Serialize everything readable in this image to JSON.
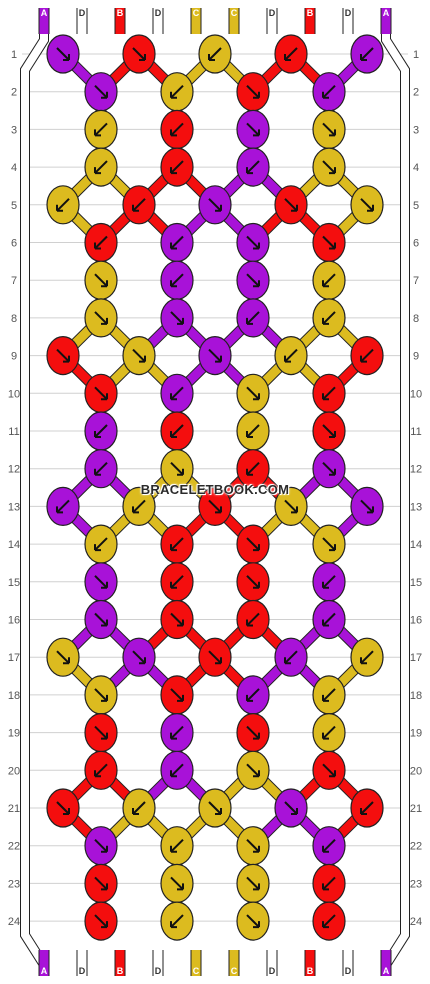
{
  "watermark": "BRACELETBOOK.COM",
  "colors": {
    "A": "#a812d8",
    "B": "#f40e0e",
    "C": "#dcbb1f",
    "D": "#ffffff"
  },
  "top_labels": [
    "A",
    "D",
    "B",
    "D",
    "C",
    "C",
    "D",
    "B",
    "D",
    "A"
  ],
  "bottom_labels": [
    "A",
    "D",
    "B",
    "D",
    "C",
    "C",
    "D",
    "B",
    "D",
    "A"
  ],
  "row_numbers": [
    "1",
    "2",
    "3",
    "4",
    "5",
    "6",
    "7",
    "8",
    "9",
    "10",
    "11",
    "12",
    "13",
    "14",
    "15",
    "16",
    "17",
    "18",
    "19",
    "20",
    "21",
    "22",
    "23",
    "24"
  ],
  "knot_rows": [
    [
      "A",
      "B",
      "C",
      "B",
      "A"
    ],
    [
      "A",
      "C",
      "B",
      "A"
    ],
    [
      "C",
      "B",
      "A",
      "C"
    ],
    [
      "C",
      "B",
      "A",
      "C"
    ],
    [
      "C",
      "B",
      "A",
      "B",
      "C"
    ],
    [
      "B",
      "A",
      "A",
      "B"
    ],
    [
      "C",
      "A",
      "A",
      "C"
    ],
    [
      "C",
      "A",
      "A",
      "C"
    ],
    [
      "B",
      "C",
      "A",
      "C",
      "B"
    ],
    [
      "B",
      "A",
      "C",
      "B"
    ],
    [
      "A",
      "B",
      "C",
      "B"
    ],
    [
      "A",
      "C",
      "B",
      "A"
    ],
    [
      "A",
      "C",
      "B",
      "C",
      "A"
    ],
    [
      "C",
      "B",
      "B",
      "C"
    ],
    [
      "A",
      "B",
      "B",
      "A"
    ],
    [
      "A",
      "B",
      "B",
      "A"
    ],
    [
      "C",
      "A",
      "B",
      "A",
      "C"
    ],
    [
      "C",
      "B",
      "A",
      "C"
    ],
    [
      "B",
      "A",
      "B",
      "C"
    ],
    [
      "B",
      "A",
      "C",
      "B"
    ],
    [
      "B",
      "C",
      "C",
      "A",
      "B"
    ],
    [
      "A",
      "C",
      "C",
      "A"
    ],
    [
      "B",
      "C",
      "C",
      "B"
    ],
    [
      "B",
      "C",
      "C",
      "B"
    ]
  ],
  "knot_dirs": [
    [
      "se",
      "se",
      "sw",
      "sw",
      "sw"
    ],
    [
      "se",
      "sw",
      "se",
      "sw"
    ],
    [
      "sw",
      "sw",
      "se",
      "se"
    ],
    [
      "sw",
      "sw",
      "sw",
      "se"
    ],
    [
      "sw",
      "sw",
      "se",
      "se",
      "se"
    ],
    [
      "sw",
      "sw",
      "se",
      "se"
    ],
    [
      "se",
      "sw",
      "se",
      "sw"
    ],
    [
      "se",
      "se",
      "sw",
      "sw"
    ],
    [
      "se",
      "se",
      "se",
      "sw",
      "sw"
    ],
    [
      "se",
      "sw",
      "se",
      "sw"
    ],
    [
      "sw",
      "sw",
      "sw",
      "se"
    ],
    [
      "sw",
      "se",
      "sw",
      "se"
    ],
    [
      "sw",
      "sw",
      "se",
      "se",
      "se"
    ],
    [
      "sw",
      "sw",
      "se",
      "se"
    ],
    [
      "se",
      "sw",
      "se",
      "sw"
    ],
    [
      "se",
      "se",
      "sw",
      "sw"
    ],
    [
      "se",
      "se",
      "se",
      "sw",
      "sw"
    ],
    [
      "se",
      "se",
      "sw",
      "sw"
    ],
    [
      "se",
      "sw",
      "se",
      "sw"
    ],
    [
      "sw",
      "sw",
      "se",
      "se"
    ],
    [
      "se",
      "sw",
      "se",
      "se",
      "sw"
    ],
    [
      "se",
      "sw",
      "se",
      "sw"
    ],
    [
      "se",
      "se",
      "se",
      "sw"
    ],
    [
      "se",
      "sw",
      "se",
      "sw"
    ]
  ]
}
